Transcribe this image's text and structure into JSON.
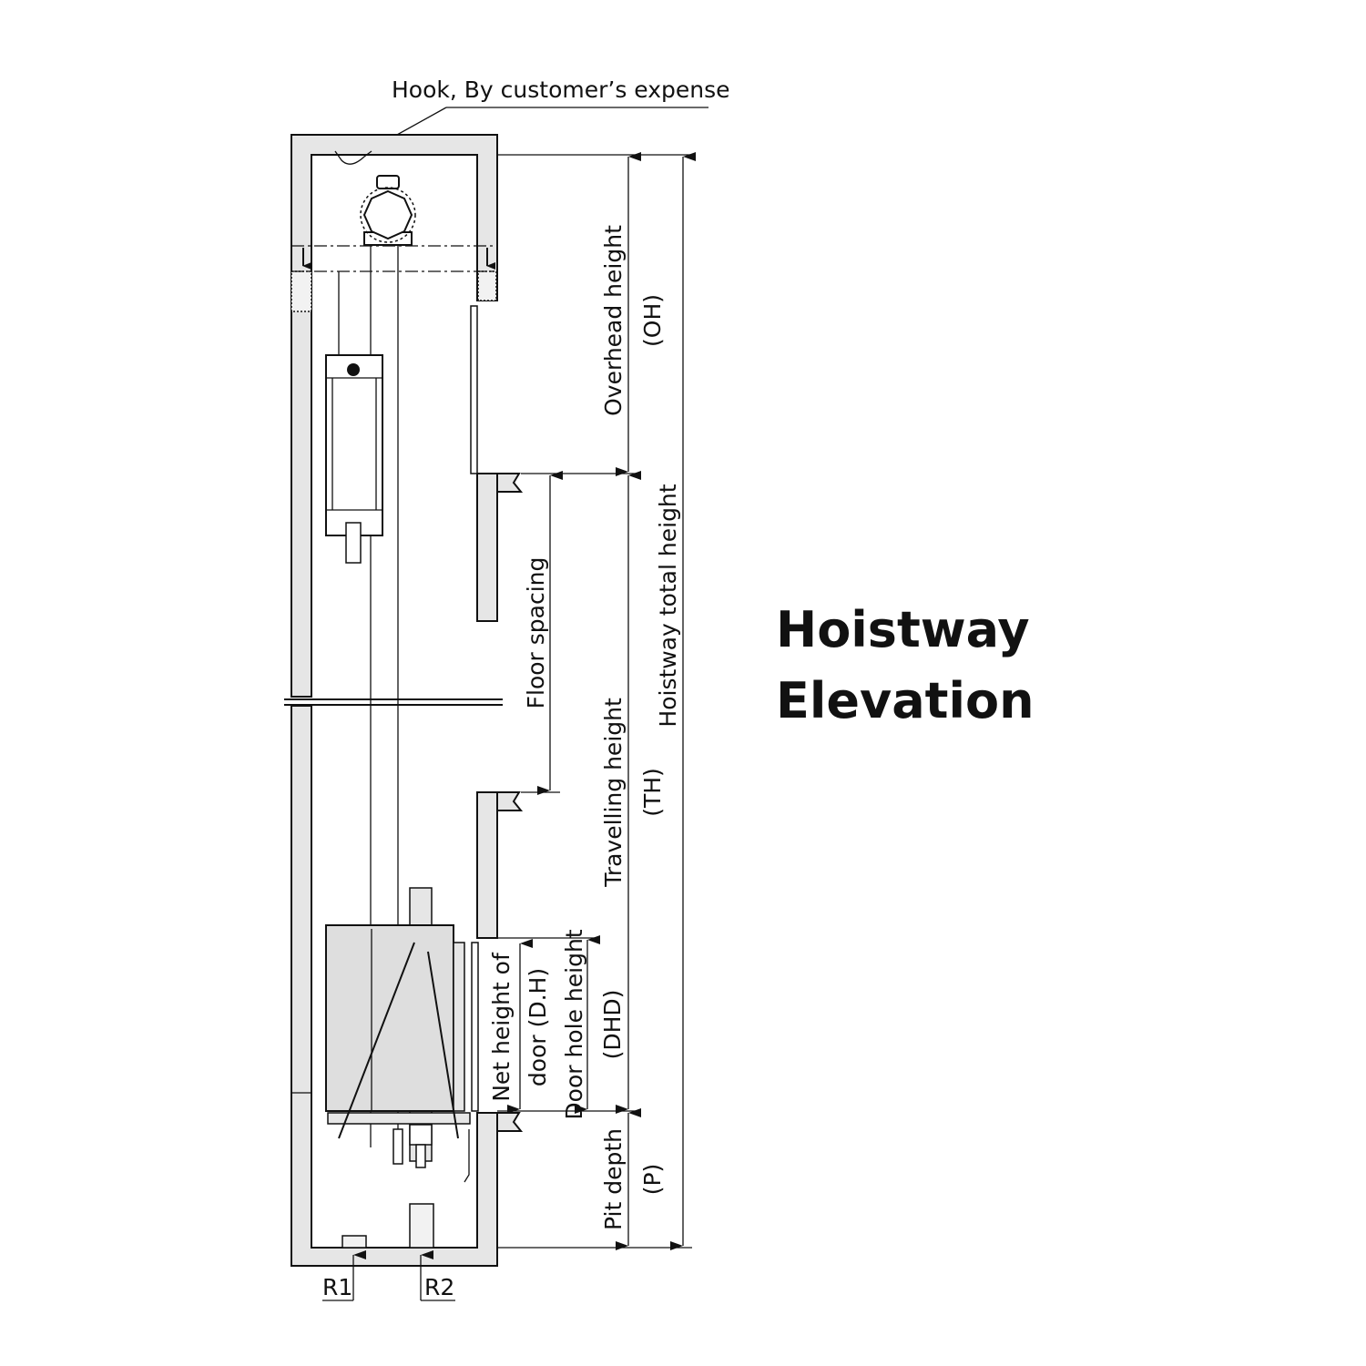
{
  "title": {
    "line1": "Hoistway",
    "line2": "Elevation"
  },
  "annotations": {
    "hook": "Hook, By customer’s expense",
    "r1": "R1",
    "r2": "R2"
  },
  "dimensions": {
    "overhead_height": "Overhead height",
    "overhead_abbr": "(OH)",
    "hoistway_total_height": "Hoistway total height",
    "floor_spacing": "Floor spacing",
    "travelling_height": "Travelling height",
    "travelling_abbr": "(TH)",
    "net_height_door_1": "Net height of",
    "net_height_door_2": "door (D.H)",
    "door_hole_height": "Door hole height",
    "door_hole_abbr": "(DHD)",
    "pit_depth": "Pit depth",
    "pit_abbr": "(P)"
  },
  "colors": {
    "wall": "#e6e6e6",
    "line": "#111111"
  }
}
